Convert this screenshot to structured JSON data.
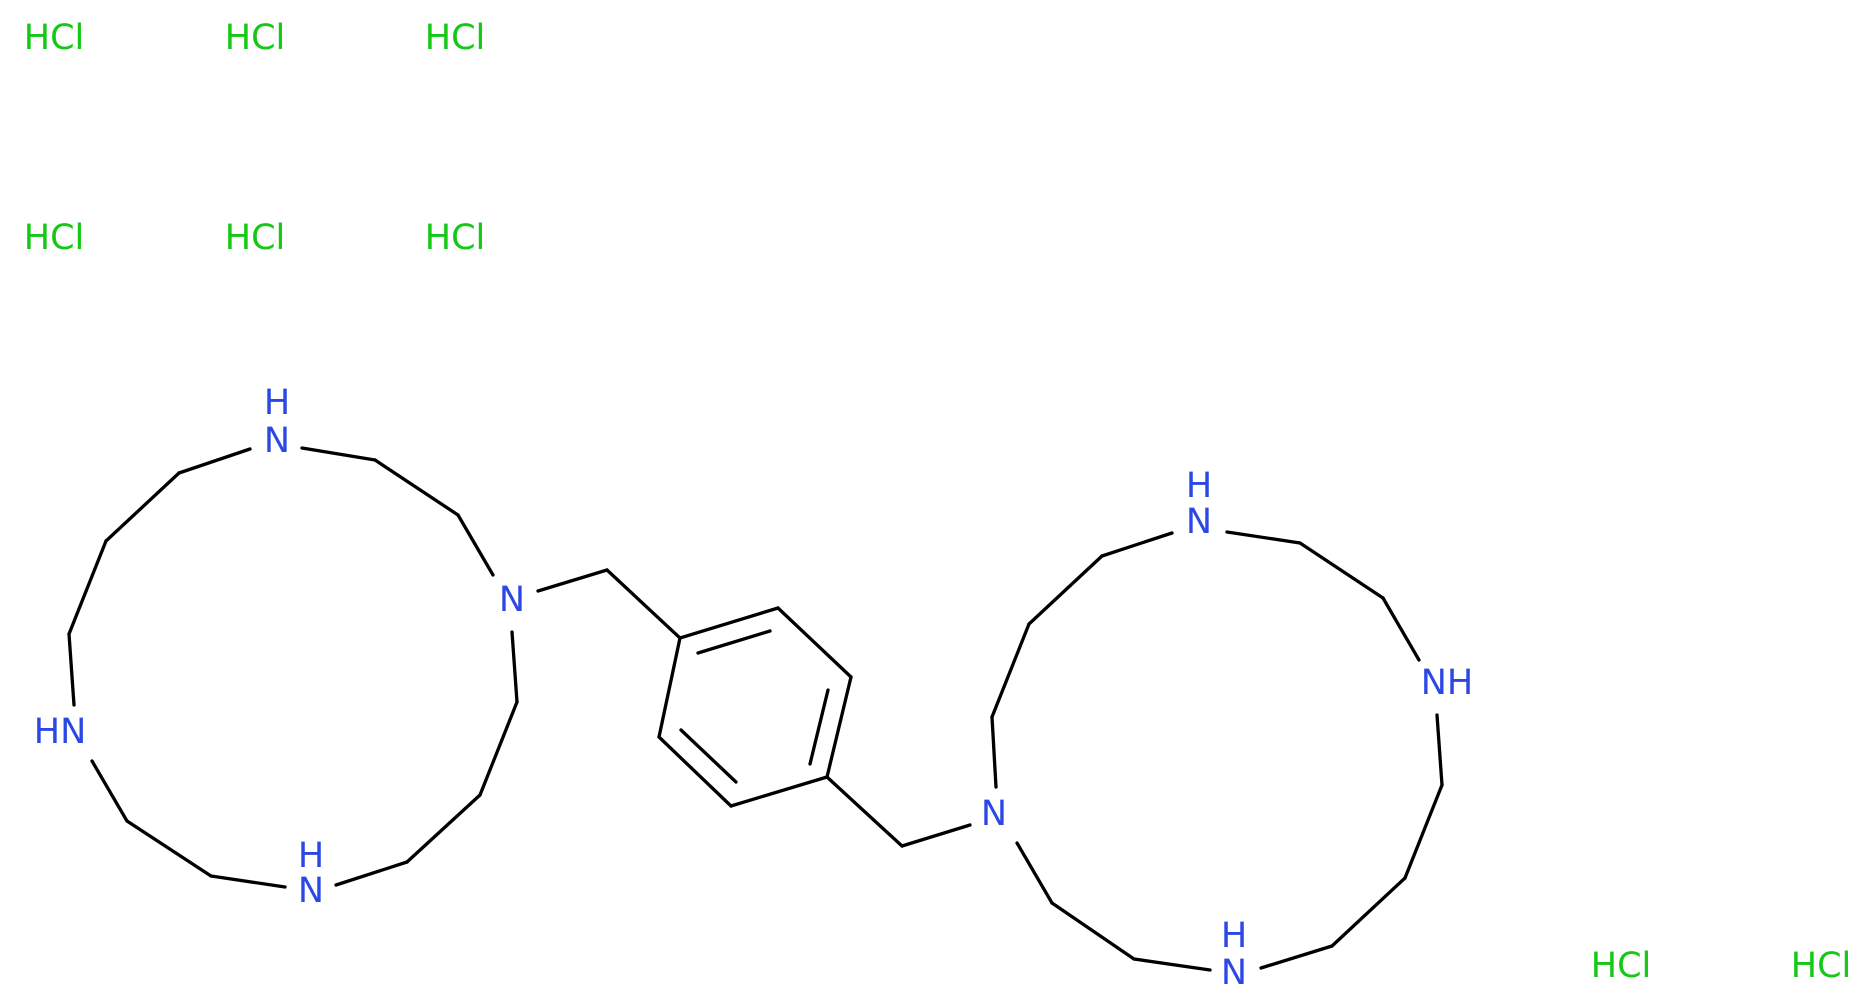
{
  "structure": {
    "colors": {
      "bond": "#000000",
      "nitrogen": "#2b47e4",
      "chlorine": "#14c814"
    },
    "amine_labels": {
      "ring1_n_top_h": "H",
      "ring1_n_top": "N",
      "ring1_n_attach": "N",
      "ring1_nh_left": "HN",
      "ring1_n_bottom_h": "H",
      "ring1_n_bottom": "N",
      "ring2_n_top_h": "H",
      "ring2_n_top": "N",
      "ring2_nh_right": "NH",
      "ring2_n_attach": "N",
      "ring2_n_bottom_h": "H",
      "ring2_n_bottom": "N"
    },
    "salts": [
      "HCl",
      "HCl",
      "HCl",
      "HCl",
      "HCl",
      "HCl",
      "HCl",
      "HCl"
    ]
  }
}
